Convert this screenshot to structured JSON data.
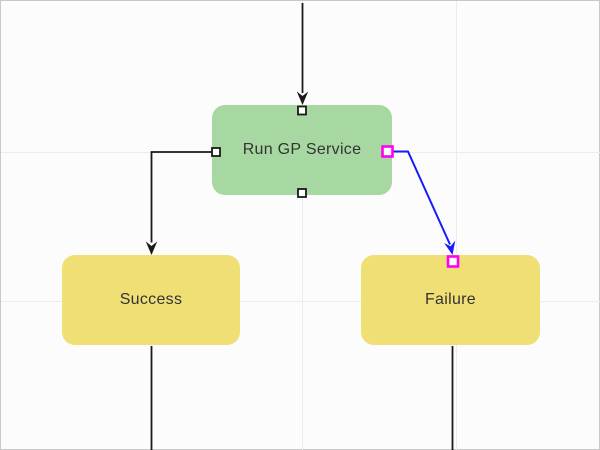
{
  "diagram": {
    "colors": {
      "background": "#fcfcfc",
      "border": "#c8c8c8",
      "grid": "#ececec",
      "edge": "#1a1a1a",
      "selected_edge": "#1a1aff",
      "selection": "#ff00f0",
      "node_text": "#333333",
      "port_fill": "#ffffff",
      "port_border": "#1a1a1a",
      "process_fill": "#a8d8a2",
      "outcome_fill": "#f0df75"
    },
    "nodes": [
      {
        "id": "run-gp-service",
        "label": "Run GP Service",
        "kind": "process",
        "fill": "#a8d8a2"
      },
      {
        "id": "success",
        "label": "Success",
        "kind": "outcome",
        "fill": "#f0df75"
      },
      {
        "id": "failure",
        "label": "Failure",
        "kind": "outcome",
        "fill": "#f0df75"
      }
    ],
    "edges": [
      {
        "id": "incoming-top",
        "from": "offscreen-top",
        "to": "run-gp-service",
        "selected": false
      },
      {
        "id": "run-gp-to-success",
        "from": "run-gp-service",
        "to": "success",
        "selected": false
      },
      {
        "id": "run-gp-to-failure",
        "from": "run-gp-service",
        "to": "failure",
        "selected": true
      },
      {
        "id": "success-outgoing",
        "from": "success",
        "to": "offscreen-bottom",
        "selected": false
      },
      {
        "id": "failure-outgoing",
        "from": "failure",
        "to": "offscreen-bottom",
        "selected": false
      }
    ]
  }
}
